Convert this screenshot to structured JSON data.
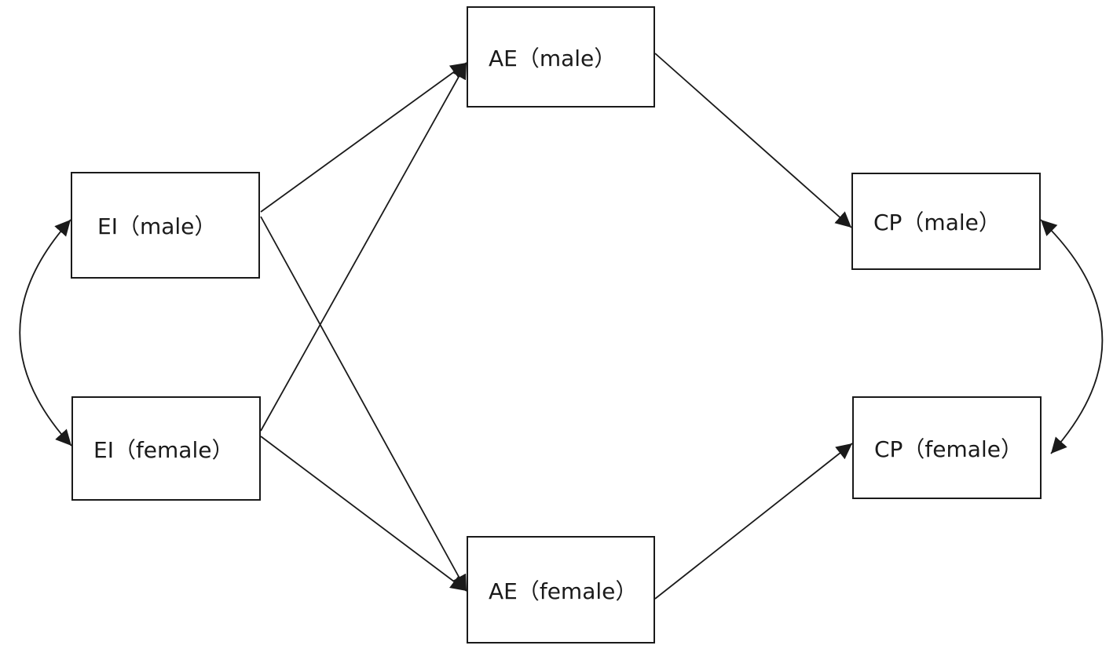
{
  "nodes": {
    "ae_male": "AE（male）",
    "ei_male": "EI（male）",
    "cp_male": "CP（male）",
    "ei_female": "EI（female）",
    "cp_female": "CP（female）",
    "ae_female": "AE（female）"
  },
  "paths": [
    {
      "from": "EI（male）",
      "to": "AE（male）",
      "type": "directed"
    },
    {
      "from": "EI（male）",
      "to": "AE（female）",
      "type": "directed"
    },
    {
      "from": "EI（female）",
      "to": "AE（male）",
      "type": "directed"
    },
    {
      "from": "EI（female）",
      "to": "AE（female）",
      "type": "directed"
    },
    {
      "from": "AE（male）",
      "to": "CP（male）",
      "type": "directed"
    },
    {
      "from": "AE（female）",
      "to": "CP（female）",
      "type": "directed"
    },
    {
      "from": "EI（male）",
      "to": "EI（female）",
      "type": "covariance"
    },
    {
      "from": "CP（male）",
      "to": "CP（female）",
      "type": "covariance"
    }
  ],
  "colors": {
    "line": "#1a1a1a",
    "background": "#ffffff"
  }
}
